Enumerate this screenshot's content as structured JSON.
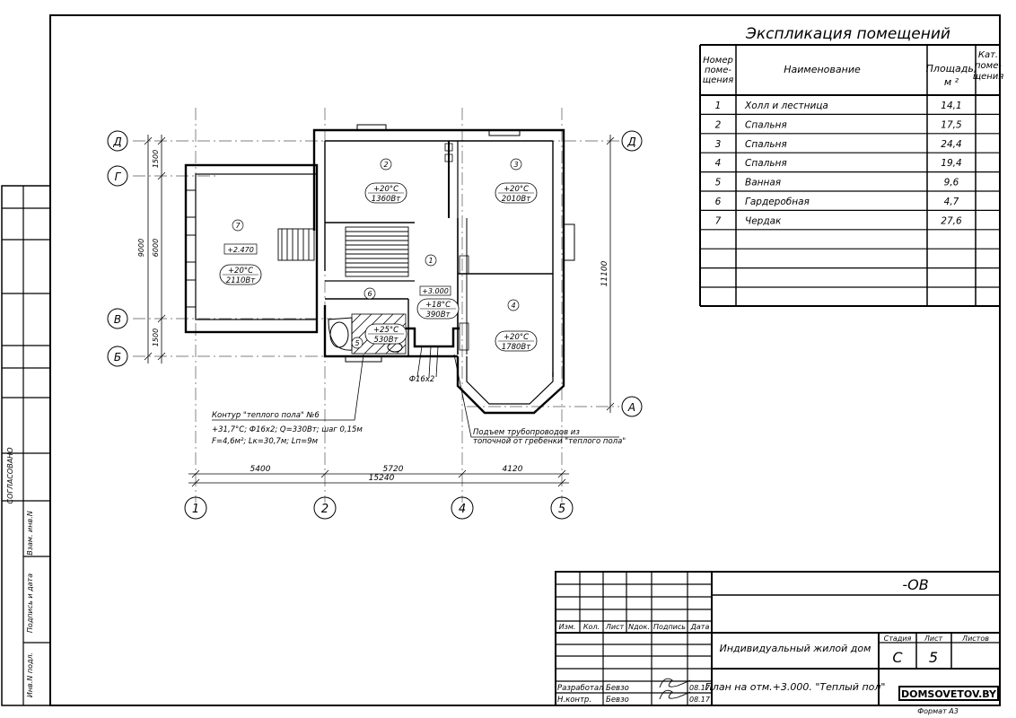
{
  "explication": {
    "title": "Экспликация помещений",
    "headers": {
      "num": [
        "Номер",
        "поме-",
        "щения"
      ],
      "name": "Наименование",
      "area": [
        "Площадь,",
        "м ²"
      ],
      "cat": [
        "Кат.",
        "поме-",
        "щения"
      ]
    },
    "rows": [
      {
        "num": "1",
        "name": "Холл и лестница",
        "area": "14,1"
      },
      {
        "num": "2",
        "name": "Спальня",
        "area": "17,5"
      },
      {
        "num": "3",
        "name": "Спальня",
        "area": "24,4"
      },
      {
        "num": "4",
        "name": "Спальня",
        "area": "19,4"
      },
      {
        "num": "5",
        "name": "Ванная",
        "area": "9,6"
      },
      {
        "num": "6",
        "name": "Гардеробная",
        "area": "4,7"
      },
      {
        "num": "7",
        "name": "Чердак",
        "area": "27,6"
      }
    ]
  },
  "plan": {
    "axes_letters": [
      "Д",
      "Г",
      "В",
      "Б",
      "Д",
      "А"
    ],
    "axes_numbers": [
      "1",
      "2",
      "4",
      "5"
    ],
    "dims_horizontal": [
      "5400",
      "5720",
      "4120",
      "15240"
    ],
    "dims_vertical_left": [
      "1500",
      "6000",
      "1500",
      "9000"
    ],
    "dim_vertical_right": "11100",
    "rooms": [
      {
        "num": "1"
      },
      {
        "num": "2",
        "temp": "+20°C",
        "power": "1360Вт"
      },
      {
        "num": "3",
        "temp": "+20°C",
        "power": "2010Вт"
      },
      {
        "num": "4",
        "temp": "+20°C",
        "power": "1780Вт"
      },
      {
        "num": "5",
        "temp": "+25°C",
        "power": "530Вт"
      },
      {
        "num": "6"
      },
      {
        "num": "7",
        "temp": "+20°C",
        "power": "2110Вт"
      },
      {
        "temp": "+18°C",
        "power": "390Вт"
      }
    ],
    "levels": [
      "+2.470",
      "+3.000"
    ],
    "pipe_label": "Ф16х2",
    "note_contour": [
      "Контур \"теплого пола\" №6",
      "+31,7°С; Ф16х2; Q=330Вт; шаг 0,15м",
      "F=4,6м²; Lк=30,7м; Lп=9м"
    ],
    "note_riser": [
      "Подъем трубопроводов из",
      "топочной от гребенки \"теплого пола\""
    ]
  },
  "side_stamp": {
    "agreed": "СОГЛАСОВАНО",
    "fields": [
      "Взам. инв.N",
      "Подпись и дата",
      "Инв.N подл."
    ]
  },
  "title_block": {
    "code": "-ОВ",
    "col_headers": [
      "Изм.",
      "Кол.",
      "Лист",
      "Nдок.",
      "Подпись",
      "Дата"
    ],
    "project": "Индивидуальный жилой дом",
    "sheet_title": "План на отм.+3.000. \"Теплый пол\"",
    "stage_label": "Стадия",
    "sheet_label": "Лист",
    "sheets_label": "Листов",
    "stage": "С",
    "sheet": "5",
    "sheets": "",
    "roles": [
      {
        "role": "Разработал",
        "name": "Бевзо",
        "date": "08.17"
      },
      {
        "role": "Н.контр.",
        "name": "Бевзо",
        "date": "08.17"
      }
    ],
    "site": "DOMSOVETOV.BY",
    "format": "Формат А3"
  }
}
